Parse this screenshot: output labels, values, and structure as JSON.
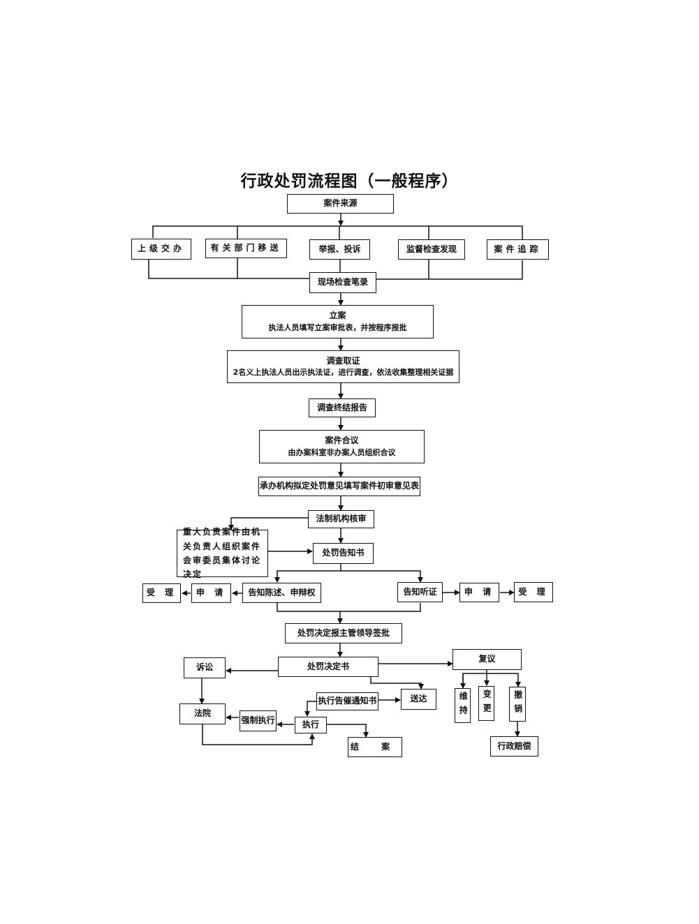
{
  "title": "行政处罚流程图（一般程序）",
  "nodes": {
    "source": "案件来源",
    "src_superior": "上级交办",
    "src_departments": "有关部门移送",
    "src_report": "举报、投诉",
    "src_supervision": "监督检查发现",
    "src_tracking": "案件追踪",
    "onsite_record": "现场检查笔录",
    "filing_title": "立案",
    "filing_desc": "执法人员填写立案审批表，并按程序报批",
    "investigation_title": "调查取证",
    "investigation_desc": "2名义上执法人员出示执法证，进行调查，依法收集整理相关证据",
    "final_report": "调查终结报告",
    "case_discussion_title": "案件合议",
    "case_discussion_desc": "由办案科室非办案人员组织合议",
    "preliminary_opinion": "承办机构拟定处罚意见填写案件初审意见表",
    "legal_review": "法制机构核审",
    "major_case": "重大负责案件由机关负责人组织案件会审委员集体讨论决定",
    "penalty_notice": "处罚告知书",
    "notify_statement": "告知陈述、申辩权",
    "apply_left": "申 请",
    "accept_left": "受 理",
    "notify_hearing": "告知听证",
    "apply_right": "申 请",
    "accept_right": "受 理",
    "decision_approval": "处罚决定报主管领导签批",
    "decision_document": "处罚决定书",
    "litigation": "诉讼",
    "court": "法院",
    "forced_execution": "强制执行",
    "execution": "执行",
    "execution_reminder": "执行告催通知书",
    "delivery": "送达",
    "case_closed": "结 案",
    "reconsideration": "复议",
    "maintain": "维持",
    "change": "变更",
    "revoke": "撤销",
    "compensation": "行政赔偿"
  }
}
